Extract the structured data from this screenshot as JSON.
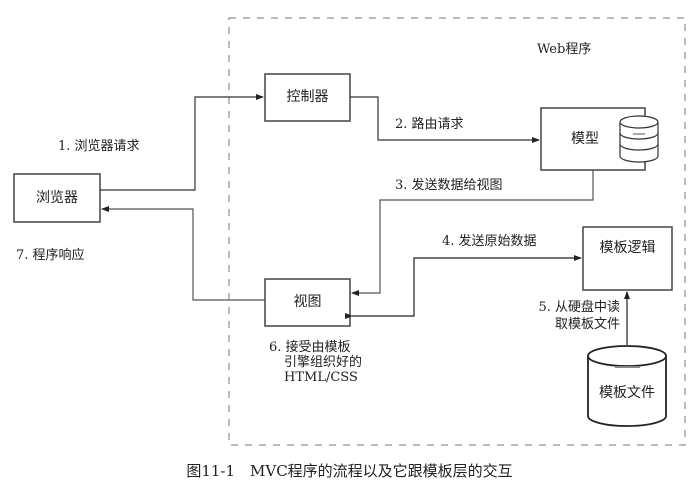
{
  "container": {
    "label": "Web程序"
  },
  "nodes": {
    "browser": {
      "label": "浏览器"
    },
    "controller": {
      "label": "控制器"
    },
    "model": {
      "label": "模型",
      "icon": "database-icon"
    },
    "view": {
      "label": "视图"
    },
    "template_logic": {
      "label": "模板逻辑"
    },
    "template_files": {
      "label": "模板文件",
      "shape": "cylinder"
    }
  },
  "edges": [
    {
      "id": "step1",
      "label": "1. 浏览器请求",
      "from": "browser",
      "to": "controller"
    },
    {
      "id": "step2",
      "label": "2. 路由请求",
      "from": "controller",
      "to": "model"
    },
    {
      "id": "step3",
      "label": "3. 发送数据给视图",
      "from": "model",
      "to": "view"
    },
    {
      "id": "step4",
      "label": "4. 发送原始数据",
      "from": "view",
      "to": "template_logic"
    },
    {
      "id": "step5",
      "lines": [
        "5. 从硬盘中读",
        "取模板文件"
      ],
      "from": "template_files",
      "to": "template_logic"
    },
    {
      "id": "step6",
      "lines": [
        "6. 接受由模板",
        "引擎组织好的",
        "HTML/CSS"
      ],
      "from": "template_logic",
      "to": "view"
    },
    {
      "id": "step7",
      "label": "7. 程序响应",
      "from": "view",
      "to": "browser"
    }
  ],
  "caption": "图11-1　MVC程序的流程以及它跟模板层的交互"
}
